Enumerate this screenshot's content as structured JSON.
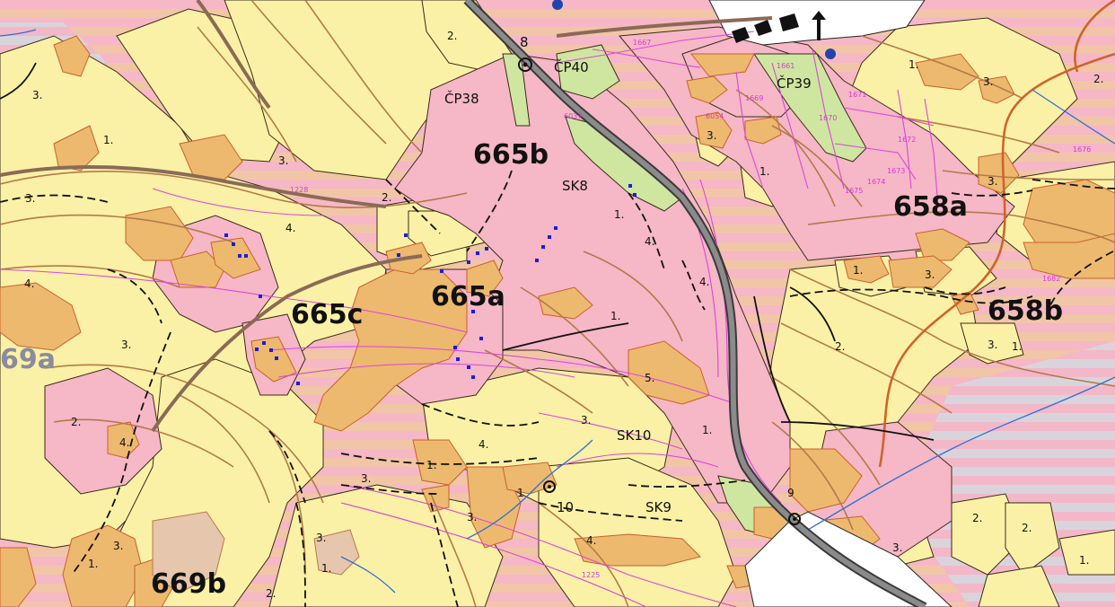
{
  "map": {
    "stands": [
      "665b",
      "665a",
      "665c",
      "658a",
      "658b",
      "669b",
      "69a"
    ],
    "features": [
      "ČP40",
      "ČP38",
      "ČP39",
      "SK8",
      "SK10",
      "SK9"
    ],
    "numbers": [
      "8",
      "10"
    ],
    "age_classes": [
      "1.",
      "2.",
      "3.",
      "4.",
      "5.",
      "9",
      "1"
    ],
    "parcel_numbers": [
      "1667",
      "1661",
      "1669",
      "1671",
      "6037",
      "6054",
      "1670",
      "1672",
      "1673",
      "1674",
      "1675",
      "1676",
      "1228",
      "1682",
      "1225"
    ]
  },
  "colors": {
    "pink": "#f6b7c7",
    "yellow": "#fbf1a6",
    "orange": "#ecb96f",
    "green": "#cfe6a0",
    "gray": "#d4d2dc",
    "road": "#6d6d6d",
    "stream": "#2f6fd6",
    "contour": "#b27a48",
    "parcel_line": "#dc45dc"
  }
}
